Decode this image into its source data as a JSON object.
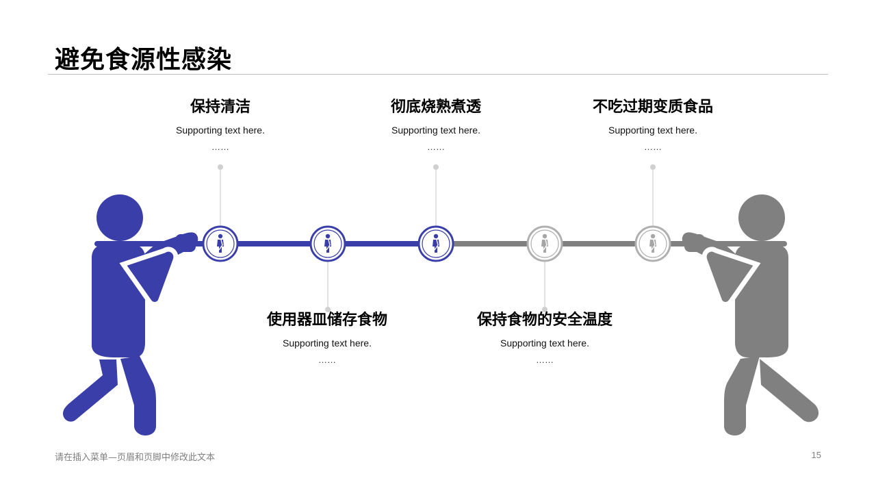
{
  "slide": {
    "title": "避免食源性感染",
    "items_top": [
      {
        "title": "保持清洁",
        "text": "Supporting text here.",
        "dots": "……"
      },
      {
        "title": "彻底烧熟煮透",
        "text": "Supporting text here.",
        "dots": "……"
      },
      {
        "title": "不吃过期变质食品",
        "text": "Supporting text here.",
        "dots": "……"
      }
    ],
    "items_bottom": [
      {
        "title": "使用器皿储存食物",
        "text": "Supporting text here.",
        "dots": "……"
      },
      {
        "title": "保持食物的安全温度",
        "text": "Supporting text here.",
        "dots": "……"
      }
    ]
  },
  "colors": {
    "accent": "#3a3ea8",
    "neutral": "#808080",
    "rule": "#bfbfbf"
  },
  "footer": {
    "text": "请在插入菜单—页眉和页脚中修改此文本",
    "page_number": "15"
  }
}
